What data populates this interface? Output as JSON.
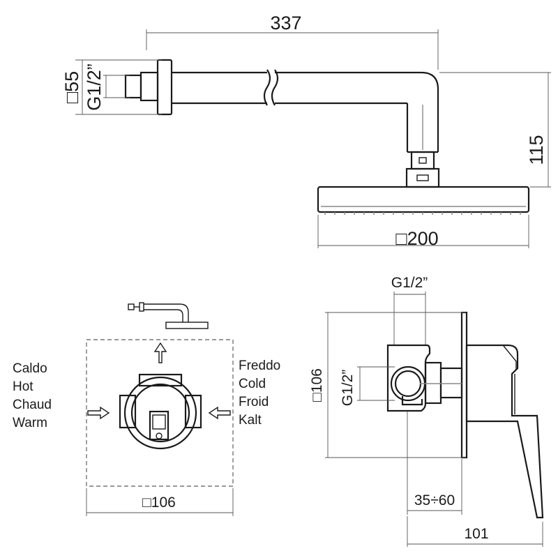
{
  "top_view": {
    "dim_width": "337",
    "dim_flange": "□55",
    "dim_thread": "G1/2”",
    "dim_height": "115",
    "dim_head": "□200"
  },
  "front_view": {
    "hot_labels": [
      "Caldo",
      "Hot",
      "Chaud",
      "Warm"
    ],
    "cold_labels": [
      "Freddo",
      "Cold",
      "Froid",
      "Kalt"
    ],
    "dim_box": "□106"
  },
  "side_view": {
    "dim_thread_top": "G1/2”",
    "dim_thread_side": "G1/2”",
    "dim_plate": "□106",
    "dim_depth_range": "35÷60",
    "dim_depth": "101"
  }
}
